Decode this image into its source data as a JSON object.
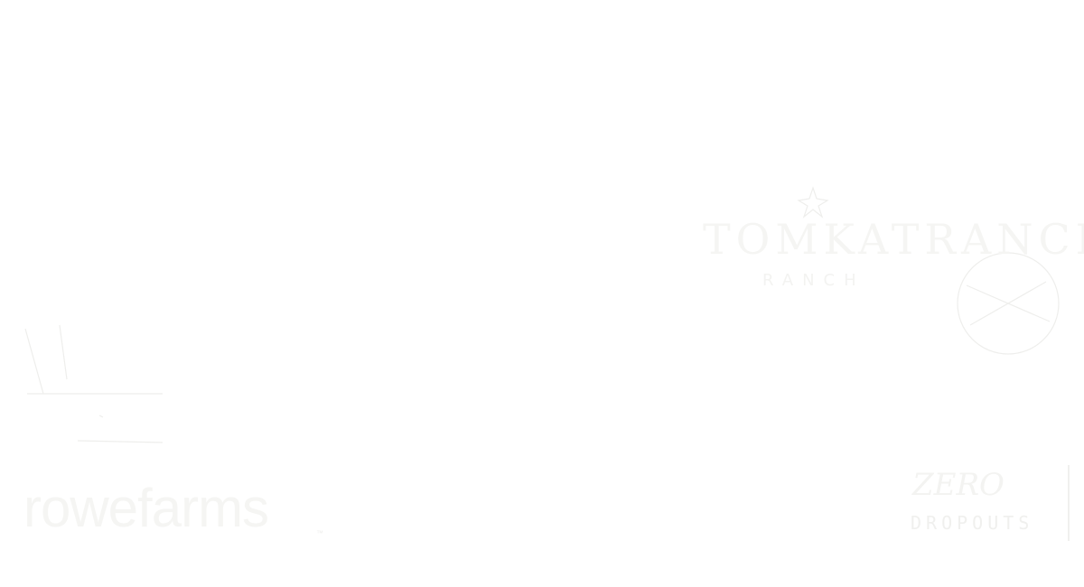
{
  "logos": {
    "ranch": {
      "name": "TOMKATRANCH",
      "sub": "RANCH"
    },
    "rowe": {
      "name": "rowefarms",
      "tm": "™"
    },
    "dropouts": {
      "script": "ZERO",
      "text": "DROPOUTS"
    }
  },
  "colors": {
    "background": "#ffffff",
    "logo_ink": "#f3f3f1"
  },
  "icons": {
    "ranch_emblem": "ranch-star-icon",
    "ranch_circle": "ranch-circle-icon",
    "rowe_mark": "rowe-barn-icon"
  }
}
